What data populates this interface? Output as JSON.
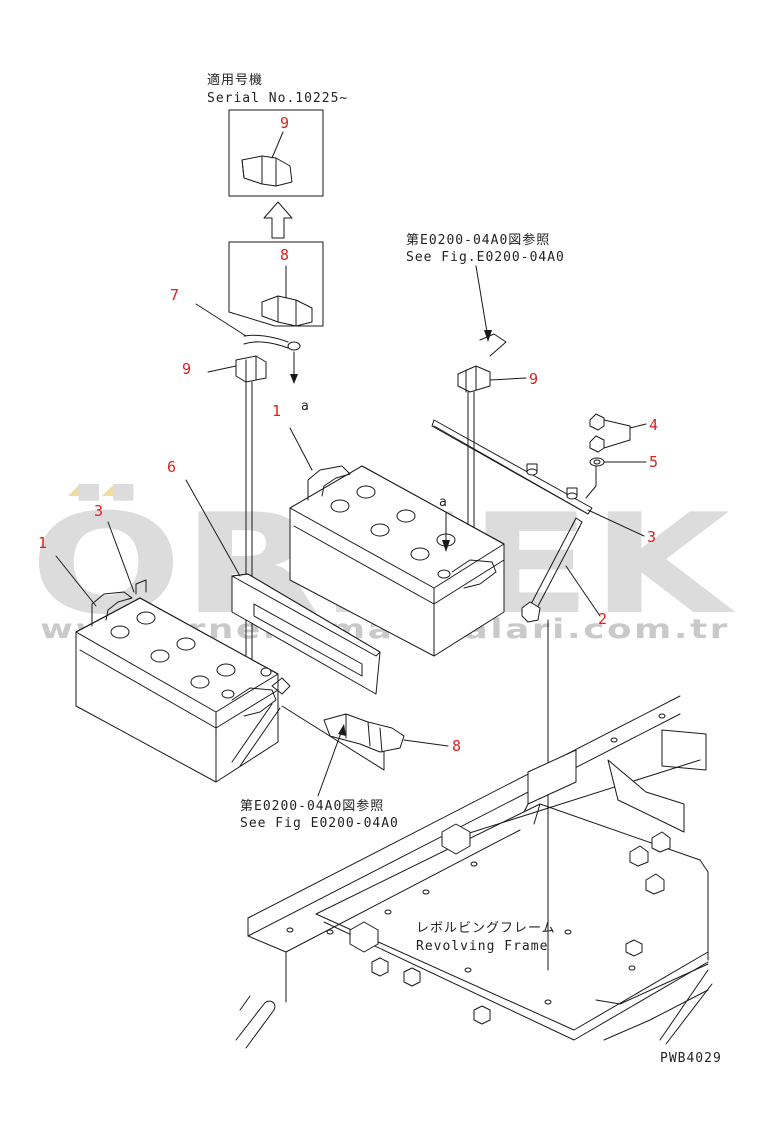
{
  "notes": {
    "serial_jp": "適用号機",
    "serial_en": "Serial No.10225~",
    "see_fig_top_jp": "第E0200-04A0図参照",
    "see_fig_top_en": "See Fig.E0200-04A0",
    "see_fig_bottom_jp": "第E0200-04A0図参照",
    "see_fig_bottom_en": "See Fig E0200-04A0",
    "frame_jp": "レボルビングフレーム",
    "frame_en": "Revolving Frame",
    "drawing_code": "PWB4029",
    "ref_a1": "a",
    "ref_a2": "a"
  },
  "callouts": {
    "c9_top": "9",
    "c8_box": "8",
    "c7": "7",
    "c9_left": "9",
    "c9_right": "9",
    "c1_right": "1",
    "c1_left": "1",
    "c6": "6",
    "c3_left": "3",
    "c4": "4",
    "c5": "5",
    "c3_right": "3",
    "c2": "2",
    "c8_bottom": "8"
  },
  "watermark": {
    "brand": "ÖRNEK",
    "url": "www.ornekismakinalari.com.tr"
  },
  "colors": {
    "callout": "#e0201c",
    "ink": "#1a1a1a",
    "watermark": "#dcdcdc",
    "watermark_accent": "#f0dca0"
  }
}
